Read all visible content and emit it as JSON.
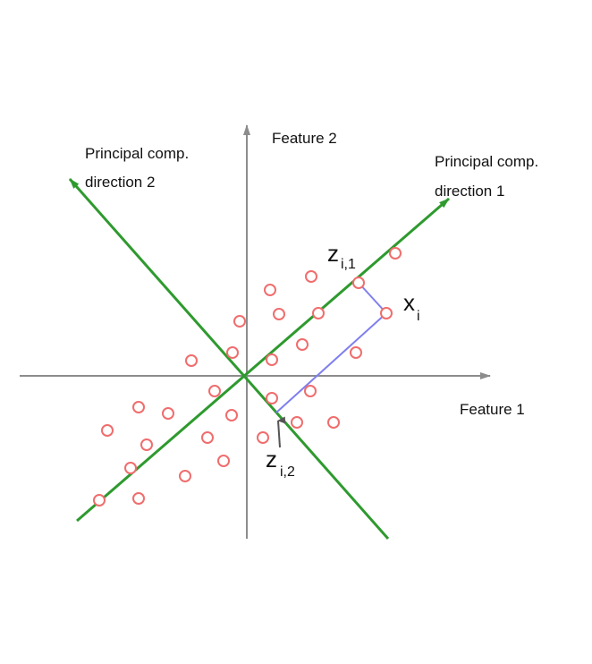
{
  "labels": {
    "feature1": "Feature 1",
    "feature2": "Feature 2",
    "pc1_line1": "Principal comp.",
    "pc1_line2": "direction 1",
    "pc2_line1": "Principal comp.",
    "pc2_line2": "direction 2",
    "z1_main": "z",
    "z1_sub": "i,1",
    "z2_main": "z",
    "z2_sub": "i,2",
    "x_main": "x",
    "x_sub": "i"
  },
  "colors": {
    "axis": "#8c8c8c",
    "principal_direction": "#2e9a2e",
    "projection": "#7f7fef",
    "point": "#f06d6d",
    "text": "#111111"
  }
}
